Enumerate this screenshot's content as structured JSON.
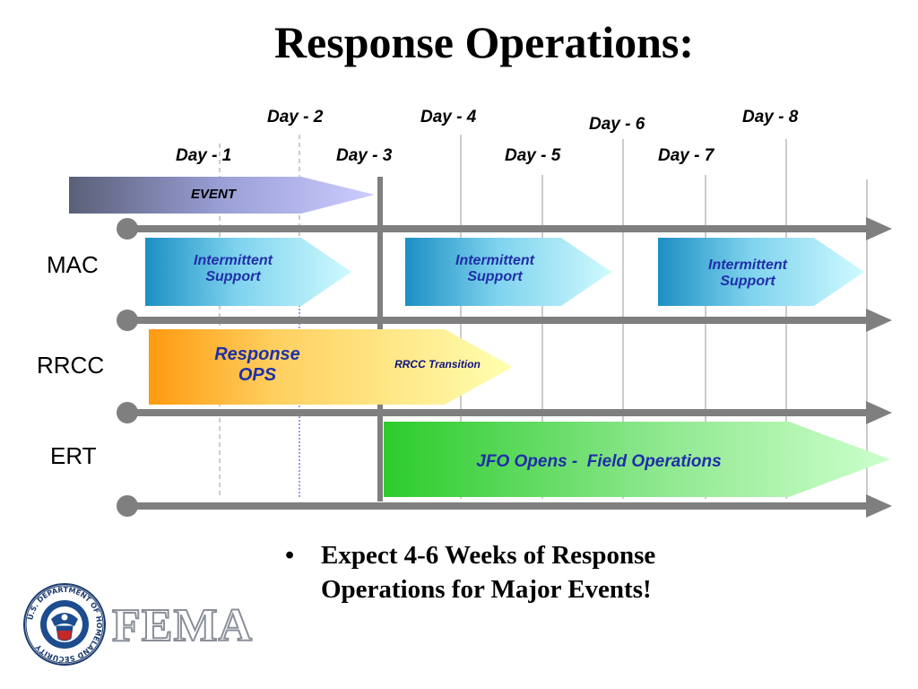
{
  "title": "Response Operations:",
  "days": {
    "day1": "Day - 1",
    "day2": "Day - 2",
    "day3": "Day - 3",
    "day4": "Day - 4",
    "day5": "Day - 5",
    "day6": "Day - 6",
    "day7": "Day - 7",
    "day8": "Day - 8"
  },
  "rows": {
    "mac": "MAC",
    "rrcc": "RRCC",
    "ert": "ERT"
  },
  "bars": {
    "event": "EVENT",
    "mac_1": "Intermittent Support",
    "mac_2": "Intermittent Support",
    "mac_3": "Intermittent Support",
    "response_ops": "Response OPS",
    "rrcc_transition": "RRCC Transition",
    "jfo": "JFO Opens -  Field Operations"
  },
  "bullet": "Expect 4-6 Weeks of Response Operations for Major Events!",
  "logo": {
    "wordmark": "FEMA",
    "seal_text": "U.S. DEPARTMENT OF HOMELAND SECURITY"
  },
  "colors": {
    "label_blue": "#1f2fa8",
    "track_gray": "#7f7f7f"
  }
}
